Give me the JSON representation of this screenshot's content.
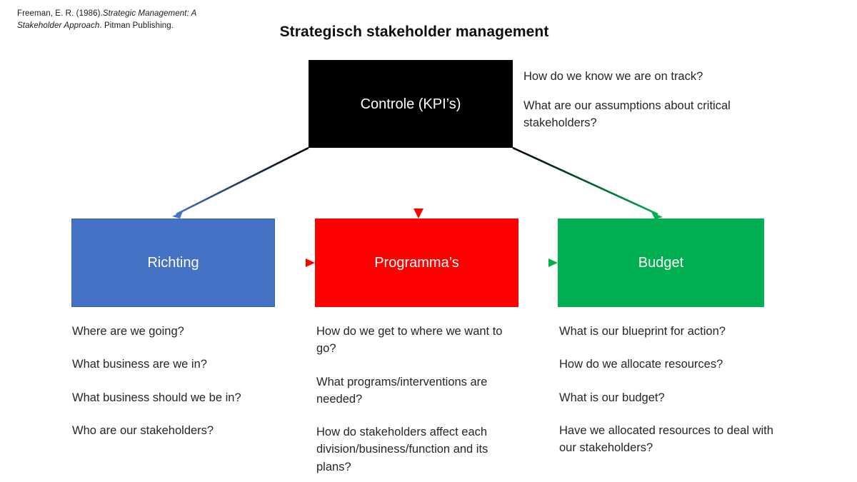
{
  "citation": {
    "author_year": "Freeman, E. R. (1986).",
    "work_title": "Strategic Management: A Stakeholder Approach",
    "publisher": ". Pitman Publishing."
  },
  "title": "Strategisch stakeholder management",
  "boxes": {
    "control": {
      "label": "Controle (KPI’s)",
      "color": "#000000"
    },
    "direction": {
      "label": "Richting",
      "color": "#4472C4"
    },
    "programs": {
      "label": "Programma’s",
      "color": "#FF0000"
    },
    "budget": {
      "label": "Budget",
      "color": "#00B050"
    }
  },
  "kpi_notes": [
    "How do we know we are on track?",
    "What are our assumptions about critical stakeholders?"
  ],
  "columns": {
    "direction": [
      "Where are we going?",
      "What business are we in?",
      "What business should we be in?",
      "Who are our stakeholders?"
    ],
    "programs": [
      "How do we get to where we want to go?",
      "What programs/interventions are needed?",
      "How do stakeholders affect each division/business/function and its plans?"
    ],
    "budget": [
      "What is our blueprint for action?",
      "How do we allocate resources?",
      "What is our budget?",
      "Have we allocated resources to deal with our stakeholders?"
    ]
  },
  "arrows": {
    "control_to_direction": {
      "from": "#000000",
      "to": "#4472C4"
    },
    "control_to_programs": {
      "from": "#000000",
      "to": "#FF0000"
    },
    "control_to_budget": {
      "from": "#000000",
      "to": "#00B050"
    },
    "direction_to_programs": {
      "from": "#4472C4",
      "to": "#FF0000"
    },
    "programs_to_budget": {
      "from": "#FF0000",
      "to": "#00B050"
    }
  }
}
